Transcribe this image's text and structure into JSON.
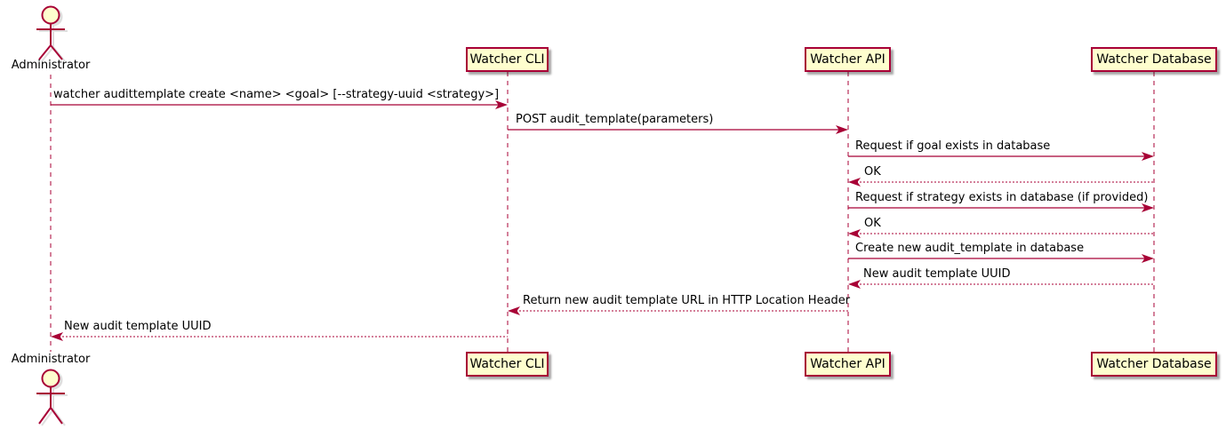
{
  "diagram_type": "uml-sequence",
  "colors": {
    "participant_fill": "#FEFECE",
    "line": "#A80036",
    "text": "#000000",
    "shadow": "#999999"
  },
  "actor": {
    "name": "Administrator"
  },
  "participants": [
    {
      "label": "Watcher CLI"
    },
    {
      "label": "Watcher API"
    },
    {
      "label": "Watcher Database"
    }
  ],
  "messages": [
    {
      "from": "Administrator",
      "to": "Watcher CLI",
      "style": "solid",
      "text": "watcher audittemplate create <name> <goal> [--strategy-uuid <strategy>]"
    },
    {
      "from": "Watcher CLI",
      "to": "Watcher API",
      "style": "solid",
      "text": "POST audit_template(parameters)"
    },
    {
      "from": "Watcher API",
      "to": "Watcher Database",
      "style": "solid",
      "text": "Request if goal exists in database"
    },
    {
      "from": "Watcher Database",
      "to": "Watcher API",
      "style": "dashed",
      "text": "OK"
    },
    {
      "from": "Watcher API",
      "to": "Watcher Database",
      "style": "solid",
      "text": "Request if strategy exists in database (if provided)"
    },
    {
      "from": "Watcher Database",
      "to": "Watcher API",
      "style": "dashed",
      "text": "OK"
    },
    {
      "from": "Watcher API",
      "to": "Watcher Database",
      "style": "solid",
      "text": "Create new audit_template in database"
    },
    {
      "from": "Watcher Database",
      "to": "Watcher API",
      "style": "dashed",
      "text": "New audit template UUID"
    },
    {
      "from": "Watcher API",
      "to": "Watcher CLI",
      "style": "dashed",
      "text": "Return new audit template URL in HTTP Location Header"
    },
    {
      "from": "Watcher CLI",
      "to": "Administrator",
      "style": "dashed",
      "text": "New audit template UUID"
    }
  ]
}
